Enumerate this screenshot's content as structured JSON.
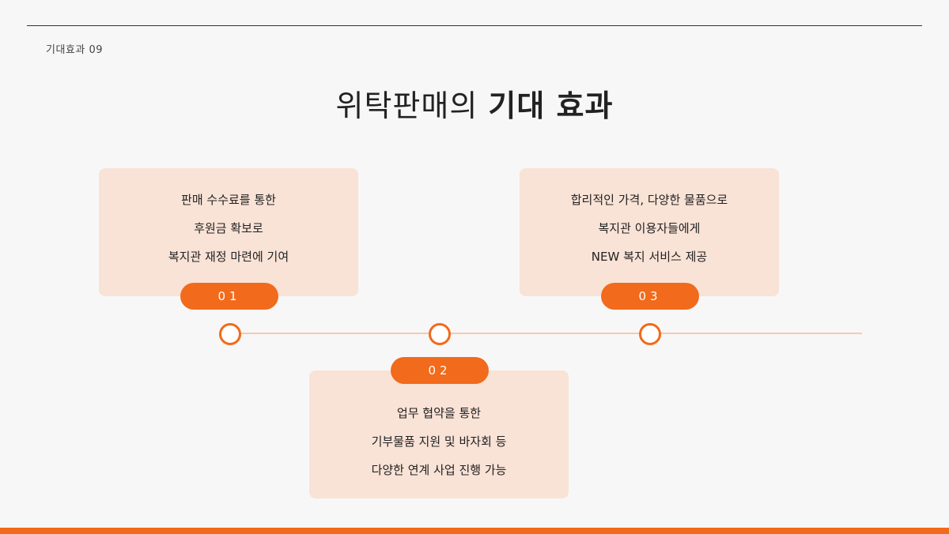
{
  "header": {
    "section_label": "기대효과  09",
    "title_light": "위탁판매의 ",
    "title_bold": "기대 효과"
  },
  "items": [
    {
      "number": "01",
      "lines": [
        "판매 수수료를 통한",
        "후원금 확보로",
        "복지관 재정 마련에 기여"
      ]
    },
    {
      "number": "02",
      "lines": [
        "업무 협약을 통한",
        "기부물품 지원 및 바자회 등",
        "다양한 연계 사업 진행 가능"
      ]
    },
    {
      "number": "03",
      "lines": [
        "합리적인 가격, 다양한 물품으로",
        "복지관 이용자들에게",
        "NEW 복지 서비스 제공"
      ]
    }
  ],
  "colors": {
    "accent": "#f26a1b",
    "card_bg": "#f9e2d6",
    "timeline": "#f8c9ad",
    "background": "#f7f7f7"
  }
}
